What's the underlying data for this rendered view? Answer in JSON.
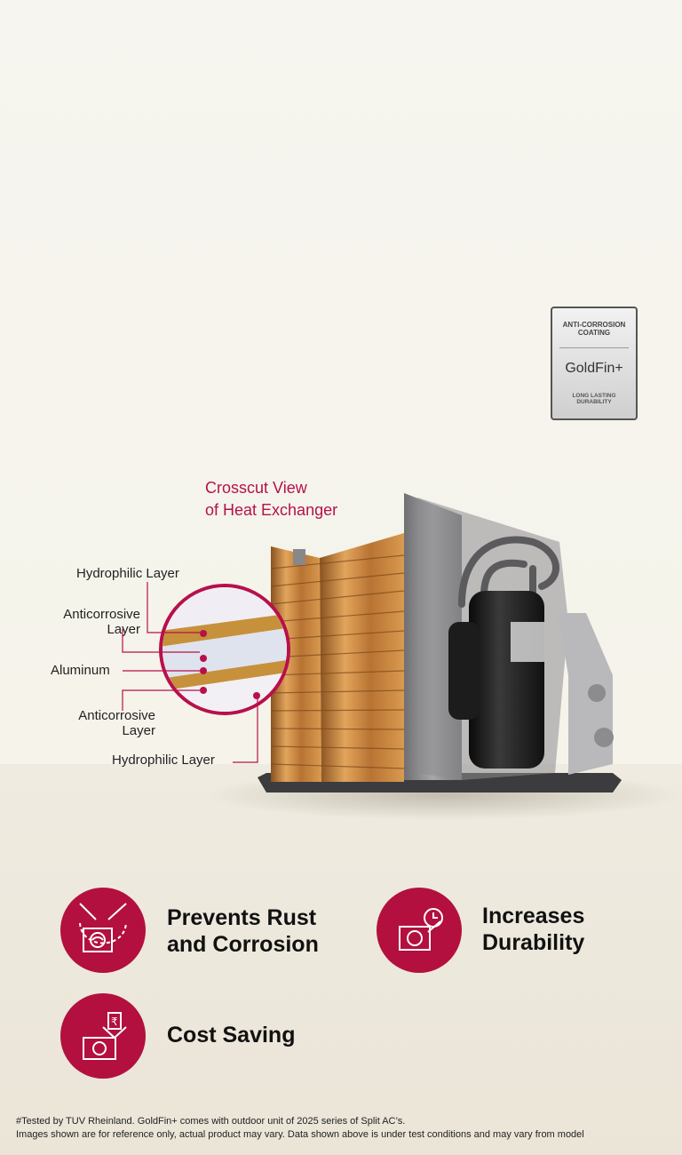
{
  "badge": {
    "top": "ANTI-CORROSION COATING",
    "brand": "GoldFin+",
    "bottom": "LONG LASTING DURABILITY"
  },
  "crosscut": {
    "line1": "Crosscut View",
    "line2": "of Heat Exchanger"
  },
  "layers": {
    "hydrophilic_top": "Hydrophilic Layer",
    "anticorrosive_top_1": "Anticorrosive",
    "anticorrosive_top_2": "Layer",
    "aluminum": "Aluminum",
    "anticorrosive_bottom_1": "Anticorrosive",
    "anticorrosive_bottom_2": "Layer",
    "hydrophilic_bottom": "Hydrophilic Layer"
  },
  "features": [
    {
      "line1": "Prevents Rust",
      "line2": "and Corrosion",
      "icon": "rust-protection-icon"
    },
    {
      "line1": "Increases",
      "line2": "Durability",
      "icon": "durability-clock-icon"
    },
    {
      "line1": "Cost Saving",
      "icon": "rupee-saving-icon"
    }
  ],
  "footnote": {
    "line1": "#Tested by TUV Rheinland. GoldFin+ comes with outdoor unit of 2025 series of Split AC’s.",
    "line2": "Images shown are for reference only, actual product may vary. Data shown above is under test conditions and may vary from model"
  },
  "colors": {
    "accent": "#b3103f",
    "copper": "#c8893e",
    "background_top": "#f6f5ef",
    "background_bottom": "#ebe5d8"
  }
}
